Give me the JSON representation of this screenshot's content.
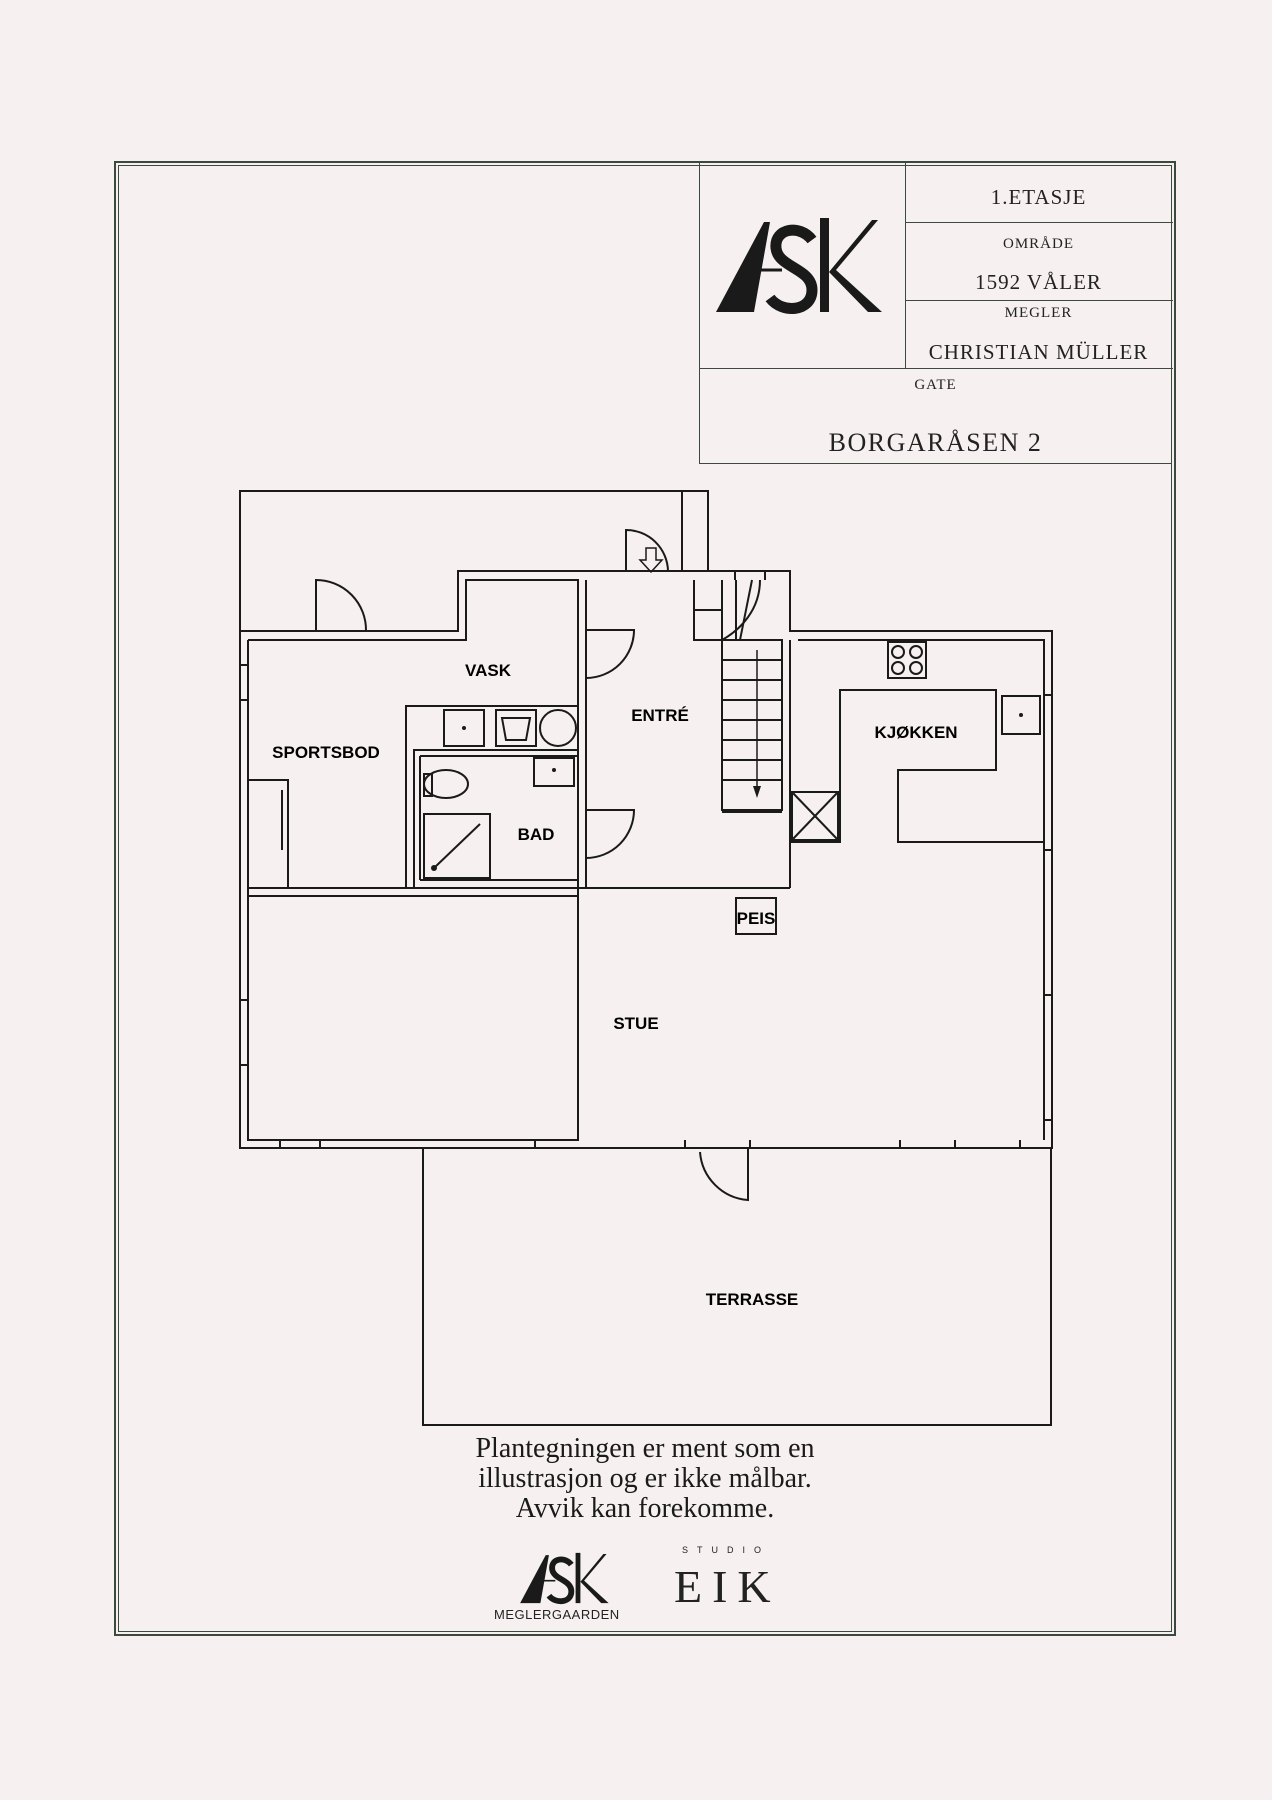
{
  "title_block": {
    "floor": "1.ETASJE",
    "area_label": "OMRÅDE",
    "area_value": "1592 VÅLER",
    "broker_label": "MEGLER",
    "broker_value": "CHRISTIAN MÜLLER",
    "street_label": "GATE",
    "street_value": "BORGARÅSEN 2"
  },
  "rooms": {
    "vask": "VASK",
    "sportsbod": "SPORTSBOD",
    "entre": "ENTRÉ",
    "bad": "BAD",
    "kjokken": "KJØKKEN",
    "peis": "PEIS",
    "stue": "STUE",
    "terrasse": "TERRASSE"
  },
  "disclaimer": {
    "line1": "Plantegningen er ment som en",
    "line2": "illustrasjon og er ikke målbar.",
    "line3": "Avvik kan forekomme."
  },
  "footer": {
    "ask_sub": "MEGLERGAARDEN",
    "studio": "STUDIO",
    "eik": "EIK"
  },
  "colors": {
    "background": "#f6f1f0",
    "frame": "#3a4a3d",
    "ink": "#1a1a1a"
  },
  "icons": [
    "ask-logo",
    "stove-icon",
    "sink-icon",
    "toilet-icon",
    "shower-icon",
    "stair-arrow-icon"
  ]
}
